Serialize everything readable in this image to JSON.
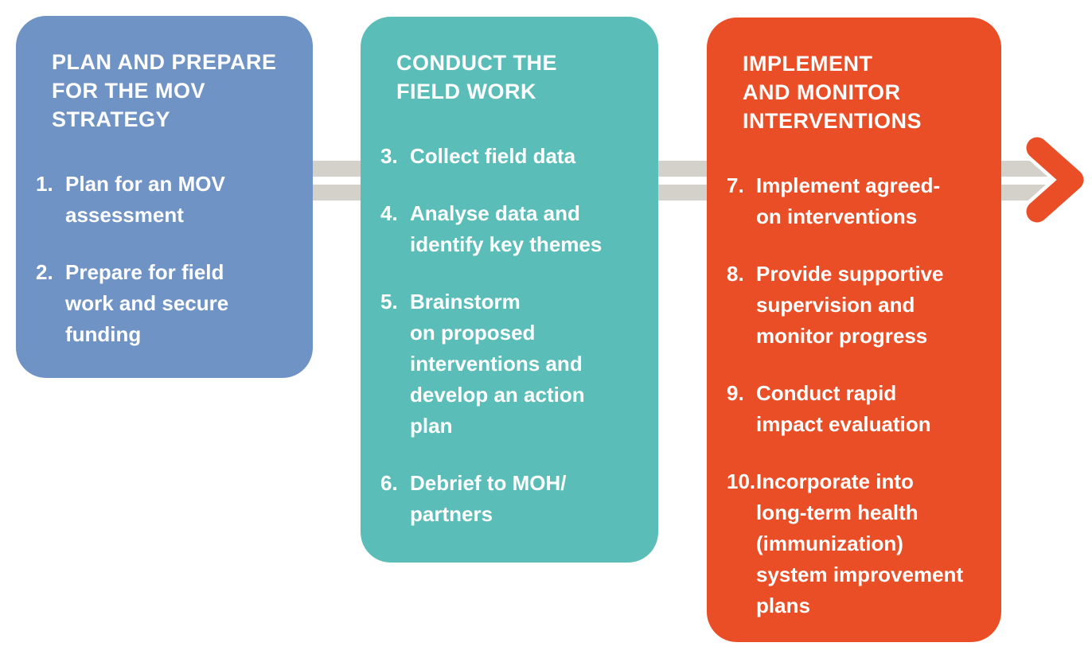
{
  "colors": {
    "phase1_bg": "#6f93c4",
    "phase2_bg": "#5abdb8",
    "phase3_bg": "#e94e26",
    "connector_bar": "#d4d1ca",
    "arrow": "#e94e26",
    "arrow_halo": "#ffffff",
    "text": "#ffffff",
    "background": "#ffffff"
  },
  "phases": [
    {
      "title": "PLAN AND PREPARE\nFOR THE MOV\nSTRATEGY",
      "items": [
        {
          "number": "1.",
          "text": "Plan for an MOV\nassessment"
        },
        {
          "number": "2.",
          "text": "Prepare for field\nwork and secure\nfunding"
        }
      ]
    },
    {
      "title": "CONDUCT THE\nFIELD WORK",
      "items": [
        {
          "number": "3.",
          "text": "Collect field data"
        },
        {
          "number": "4.",
          "text": "Analyse data and\nidentify key themes"
        },
        {
          "number": "5.",
          "text": "Brainstorm\non proposed\ninterventions  and\ndevelop an action\nplan"
        },
        {
          "number": "6.",
          "text": "Debrief to MOH/\npartners"
        }
      ]
    },
    {
      "title": "IMPLEMENT\nAND MONITOR\nINTERVENTIONS",
      "items": [
        {
          "number": "7.",
          "text": "Implement agreed-\non interventions"
        },
        {
          "number": "8.",
          "text": "Provide supportive\nsupervision and\nmonitor progress"
        },
        {
          "number": "9.",
          "text": "Conduct rapid\nimpact evaluation"
        },
        {
          "number": "10.",
          "text": "Incorporate into\nlong-term  health\n(immunization)\nsystem improvement\nplans"
        }
      ]
    }
  ]
}
